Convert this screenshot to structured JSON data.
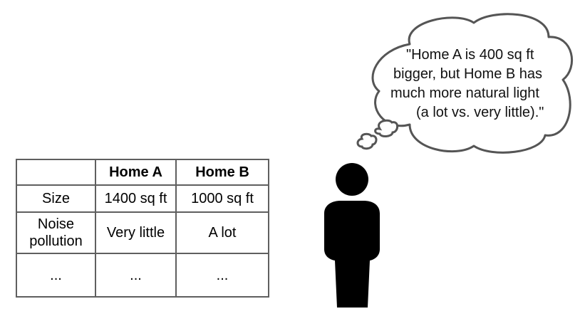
{
  "table": {
    "header": [
      "",
      "Home A",
      "Home B"
    ],
    "rows": [
      [
        "Size",
        "1400 sq ft",
        "1000 sq ft"
      ],
      [
        "Noise\npollution",
        "Very little",
        "A lot"
      ],
      [
        "...",
        "...",
        "..."
      ]
    ]
  },
  "thought": {
    "lines": [
      "\"Home A is 400 sq ft",
      "bigger, but Home B has",
      "much more natural light",
      "(a lot vs. very little).\""
    ]
  },
  "icons": {
    "person": "person-silhouette-icon",
    "cloud": "thought-cloud-icon"
  },
  "colors": {
    "table_border": "#5f5f5f",
    "cloud_outline": "#555555",
    "person_fill": "#000000"
  }
}
